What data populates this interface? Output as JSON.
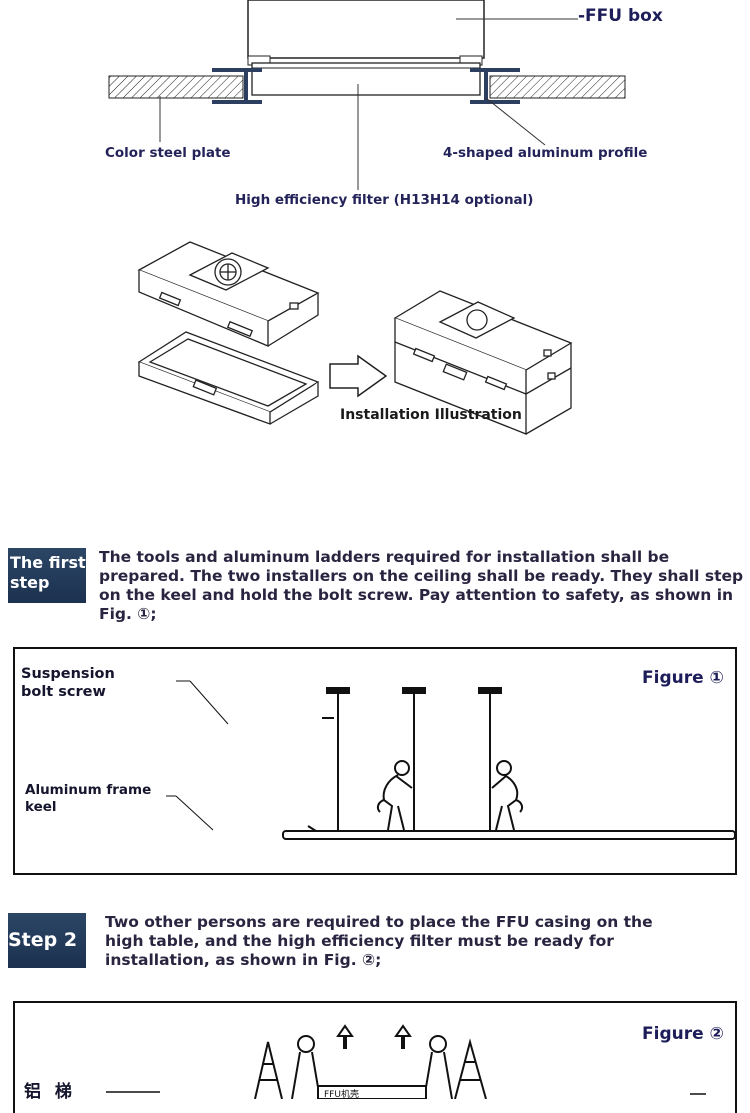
{
  "section_diagram": {
    "ffu_box_label": "-FFU box",
    "color_steel_plate_label": "Color steel plate",
    "aluminum_profile_label": "4-shaped aluminum profile",
    "filter_label": "High efficiency filter (H13H14 optional)"
  },
  "installation": {
    "caption": "Installation Illustration"
  },
  "steps": [
    {
      "badge": "The first step",
      "text": "The tools and aluminum ladders required for installation shall be prepared. The two installers on the ceiling shall be ready. They shall step on the keel and hold the bolt screw. Pay attention to safety, as shown in Fig. ①;"
    },
    {
      "badge": "Step 2",
      "text": "Two other persons are required to place the FFU casing on the high table, and the high efficiency filter must be ready for installation, as shown in Fig. ②;"
    }
  ],
  "figure1": {
    "title": "Figure ①",
    "bolt_label": "Suspension bolt screw",
    "keel_label": "Aluminum frame keel"
  },
  "figure2": {
    "title": "Figure ②",
    "side_label": "铝 梯",
    "casing_label": "FFU机壳"
  }
}
